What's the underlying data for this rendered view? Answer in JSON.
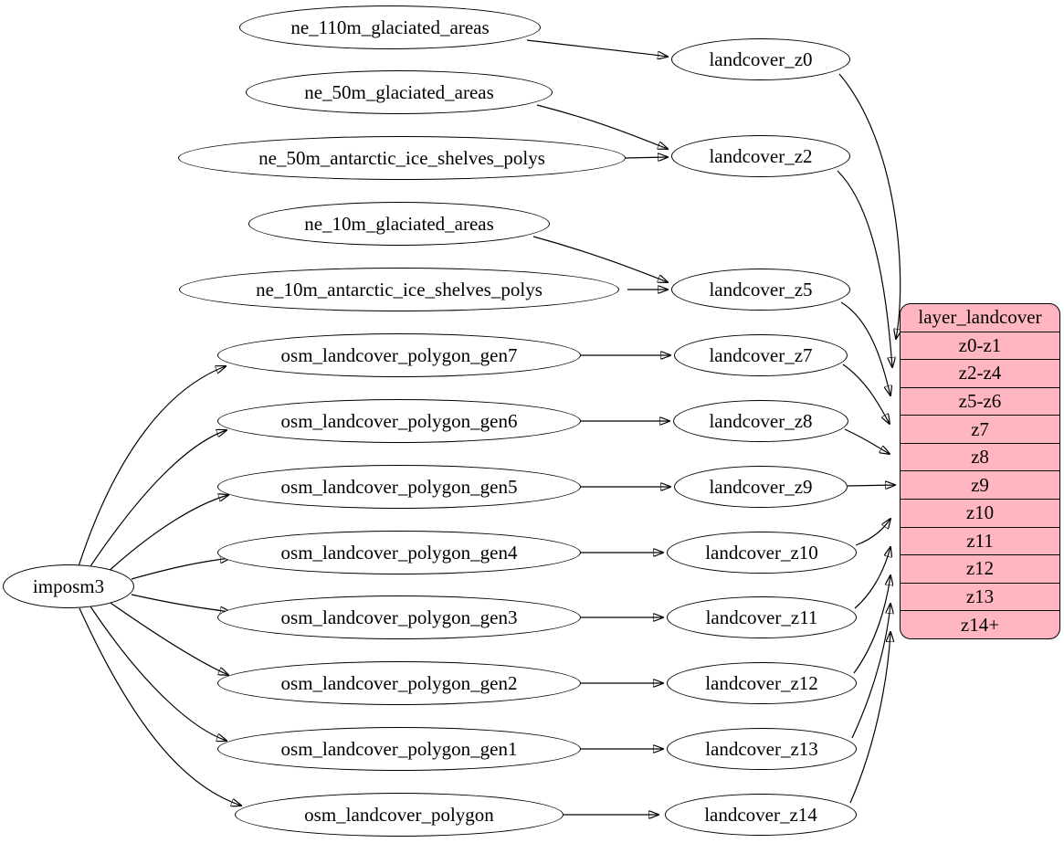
{
  "colors": {
    "background": "#ffffff",
    "node_fill": "#ffffff",
    "node_stroke": "#000000",
    "edge_color": "#000000",
    "table_fill": "#ffb6c1"
  },
  "nodes": {
    "importer": "imposm3",
    "sources": [
      "ne_110m_glaciated_areas",
      "ne_50m_glaciated_areas",
      "ne_50m_antarctic_ice_shelves_polys",
      "ne_10m_glaciated_areas",
      "ne_10m_antarctic_ice_shelves_polys",
      "osm_landcover_polygon_gen7",
      "osm_landcover_polygon_gen6",
      "osm_landcover_polygon_gen5",
      "osm_landcover_polygon_gen4",
      "osm_landcover_polygon_gen3",
      "osm_landcover_polygon_gen2",
      "osm_landcover_polygon_gen1",
      "osm_landcover_polygon"
    ],
    "stages": [
      "landcover_z0",
      "landcover_z2",
      "landcover_z5",
      "landcover_z7",
      "landcover_z8",
      "landcover_z9",
      "landcover_z10",
      "landcover_z11",
      "landcover_z12",
      "landcover_z13",
      "landcover_z14"
    ]
  },
  "table": {
    "title": "layer_landcover",
    "rows": [
      "z0-z1",
      "z2-z4",
      "z5-z6",
      "z7",
      "z8",
      "z9",
      "z10",
      "z11",
      "z12",
      "z13",
      "z14+"
    ]
  },
  "edges": [
    [
      "imposm3",
      "osm_landcover_polygon_gen7"
    ],
    [
      "imposm3",
      "osm_landcover_polygon_gen6"
    ],
    [
      "imposm3",
      "osm_landcover_polygon_gen5"
    ],
    [
      "imposm3",
      "osm_landcover_polygon_gen4"
    ],
    [
      "imposm3",
      "osm_landcover_polygon_gen3"
    ],
    [
      "imposm3",
      "osm_landcover_polygon_gen2"
    ],
    [
      "imposm3",
      "osm_landcover_polygon_gen1"
    ],
    [
      "imposm3",
      "osm_landcover_polygon"
    ],
    [
      "ne_110m_glaciated_areas",
      "landcover_z0"
    ],
    [
      "ne_50m_glaciated_areas",
      "landcover_z2"
    ],
    [
      "ne_50m_antarctic_ice_shelves_polys",
      "landcover_z2"
    ],
    [
      "ne_10m_glaciated_areas",
      "landcover_z5"
    ],
    [
      "ne_10m_antarctic_ice_shelves_polys",
      "landcover_z5"
    ],
    [
      "osm_landcover_polygon_gen7",
      "landcover_z7"
    ],
    [
      "osm_landcover_polygon_gen6",
      "landcover_z8"
    ],
    [
      "osm_landcover_polygon_gen5",
      "landcover_z9"
    ],
    [
      "osm_landcover_polygon_gen4",
      "landcover_z10"
    ],
    [
      "osm_landcover_polygon_gen3",
      "landcover_z11"
    ],
    [
      "osm_landcover_polygon_gen2",
      "landcover_z12"
    ],
    [
      "osm_landcover_polygon_gen1",
      "landcover_z13"
    ],
    [
      "osm_landcover_polygon",
      "landcover_z14"
    ],
    [
      "landcover_z0",
      "layer_landcover:z0-z1"
    ],
    [
      "landcover_z2",
      "layer_landcover:z2-z4"
    ],
    [
      "landcover_z5",
      "layer_landcover:z5-z6"
    ],
    [
      "landcover_z7",
      "layer_landcover:z7"
    ],
    [
      "landcover_z8",
      "layer_landcover:z8"
    ],
    [
      "landcover_z9",
      "layer_landcover:z9"
    ],
    [
      "landcover_z10",
      "layer_landcover:z10"
    ],
    [
      "landcover_z11",
      "layer_landcover:z11"
    ],
    [
      "landcover_z12",
      "layer_landcover:z12"
    ],
    [
      "landcover_z13",
      "layer_landcover:z13"
    ],
    [
      "landcover_z14",
      "layer_landcover:z14+"
    ]
  ]
}
